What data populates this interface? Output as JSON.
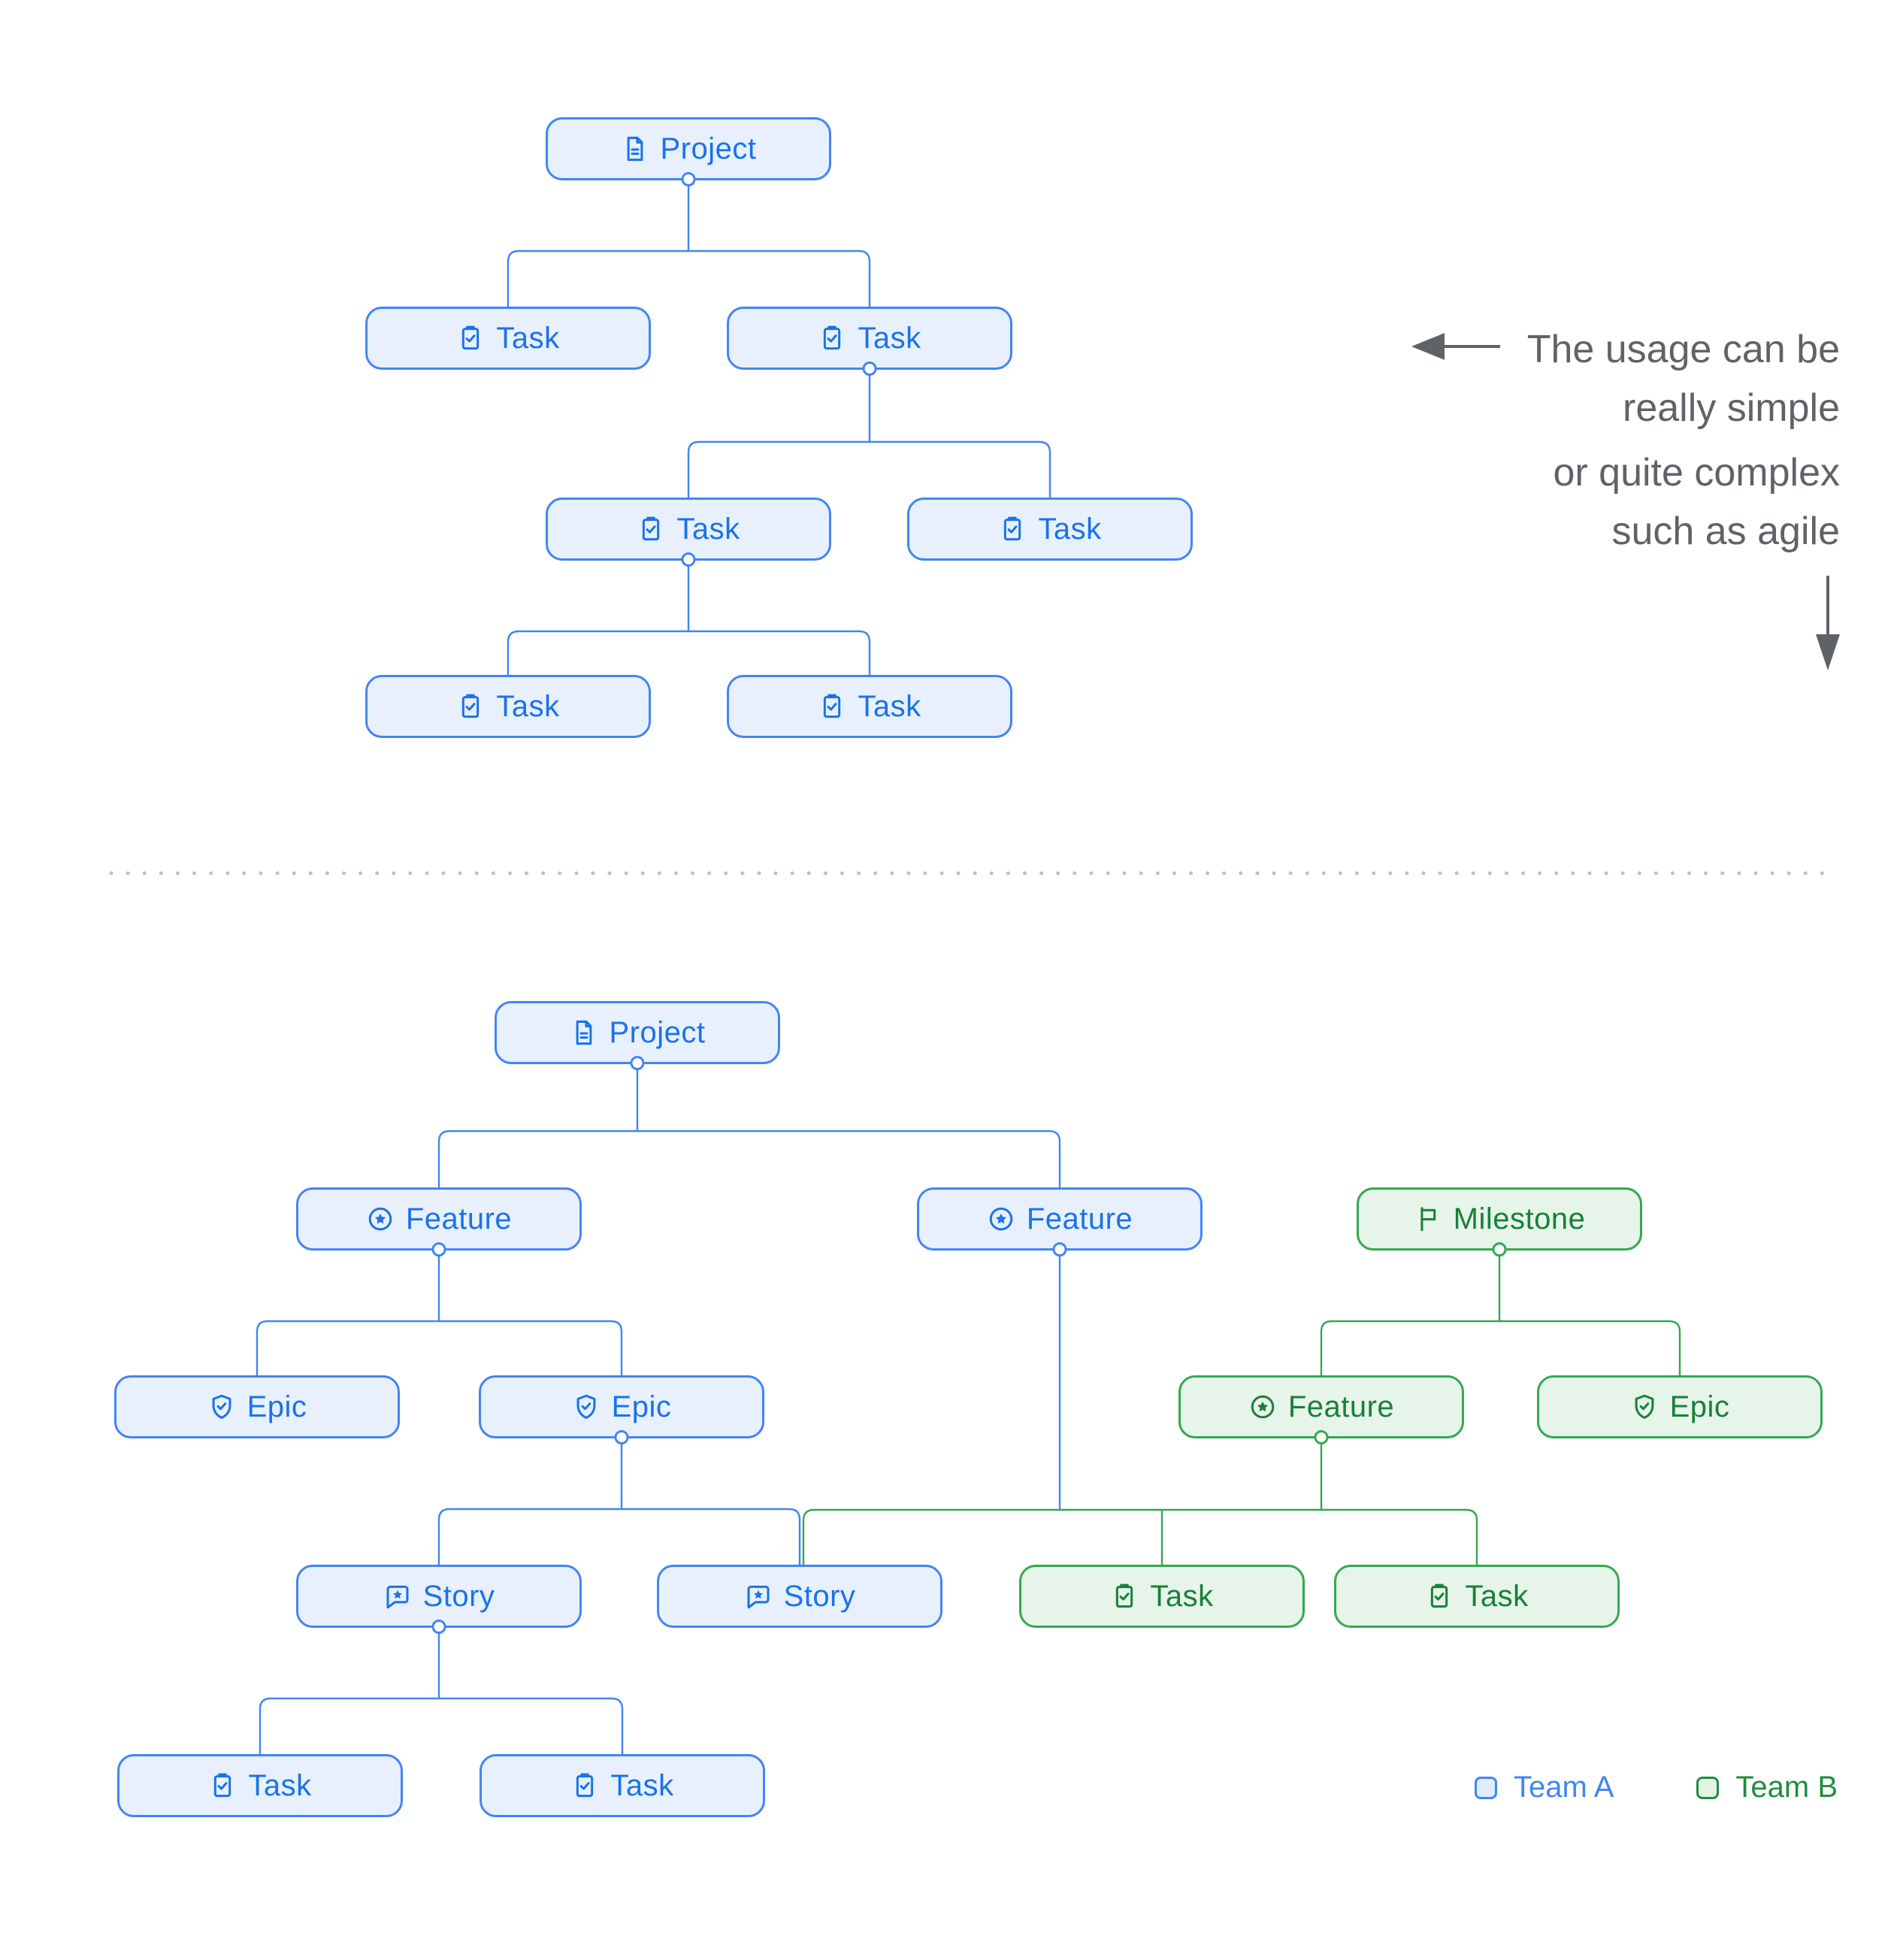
{
  "top_tree": {
    "nodes": [
      {
        "label": "Project",
        "icon": "document-icon",
        "team": "A"
      },
      {
        "label": "Task",
        "icon": "task-check-icon",
        "team": "A"
      },
      {
        "label": "Task",
        "icon": "task-check-icon",
        "team": "A"
      },
      {
        "label": "Task",
        "icon": "task-check-icon",
        "team": "A"
      },
      {
        "label": "Task",
        "icon": "task-check-icon",
        "team": "A"
      },
      {
        "label": "Task",
        "icon": "task-check-icon",
        "team": "A"
      },
      {
        "label": "Task",
        "icon": "task-check-icon",
        "team": "A"
      }
    ]
  },
  "bottom_tree": {
    "nodes": [
      {
        "label": "Project",
        "icon": "document-icon",
        "team": "A"
      },
      {
        "label": "Feature",
        "icon": "star-circle-icon",
        "team": "A"
      },
      {
        "label": "Feature",
        "icon": "star-circle-icon",
        "team": "A"
      },
      {
        "label": "Milestone",
        "icon": "flag-icon",
        "team": "B"
      },
      {
        "label": "Epic",
        "icon": "shield-check-icon",
        "team": "A"
      },
      {
        "label": "Epic",
        "icon": "shield-check-icon",
        "team": "A"
      },
      {
        "label": "Feature",
        "icon": "star-circle-icon",
        "team": "B"
      },
      {
        "label": "Epic",
        "icon": "shield-check-icon",
        "team": "B"
      },
      {
        "label": "Story",
        "icon": "story-bubble-icon",
        "team": "A"
      },
      {
        "label": "Story",
        "icon": "story-bubble-icon",
        "team": "A"
      },
      {
        "label": "Task",
        "icon": "task-check-icon",
        "team": "B"
      },
      {
        "label": "Task",
        "icon": "task-check-icon",
        "team": "B"
      },
      {
        "label": "Task",
        "icon": "task-check-icon",
        "team": "A"
      },
      {
        "label": "Task",
        "icon": "task-check-icon",
        "team": "A"
      }
    ]
  },
  "annotation": {
    "line1": "The usage can be",
    "line2": "really simple",
    "line3": "or quite complex",
    "line4": "such as agile"
  },
  "legend": {
    "team_a": "Team A",
    "team_b": "Team B"
  },
  "colors": {
    "team_a_border": "#4285f4",
    "team_a_fill": "#e8f0fe",
    "team_a_text": "#1a73e8",
    "team_b_border": "#34a853",
    "team_b_fill": "#e6f4ea",
    "team_b_text": "#188038",
    "annotation_text": "#5f6368",
    "divider": "#bdc1c6"
  }
}
